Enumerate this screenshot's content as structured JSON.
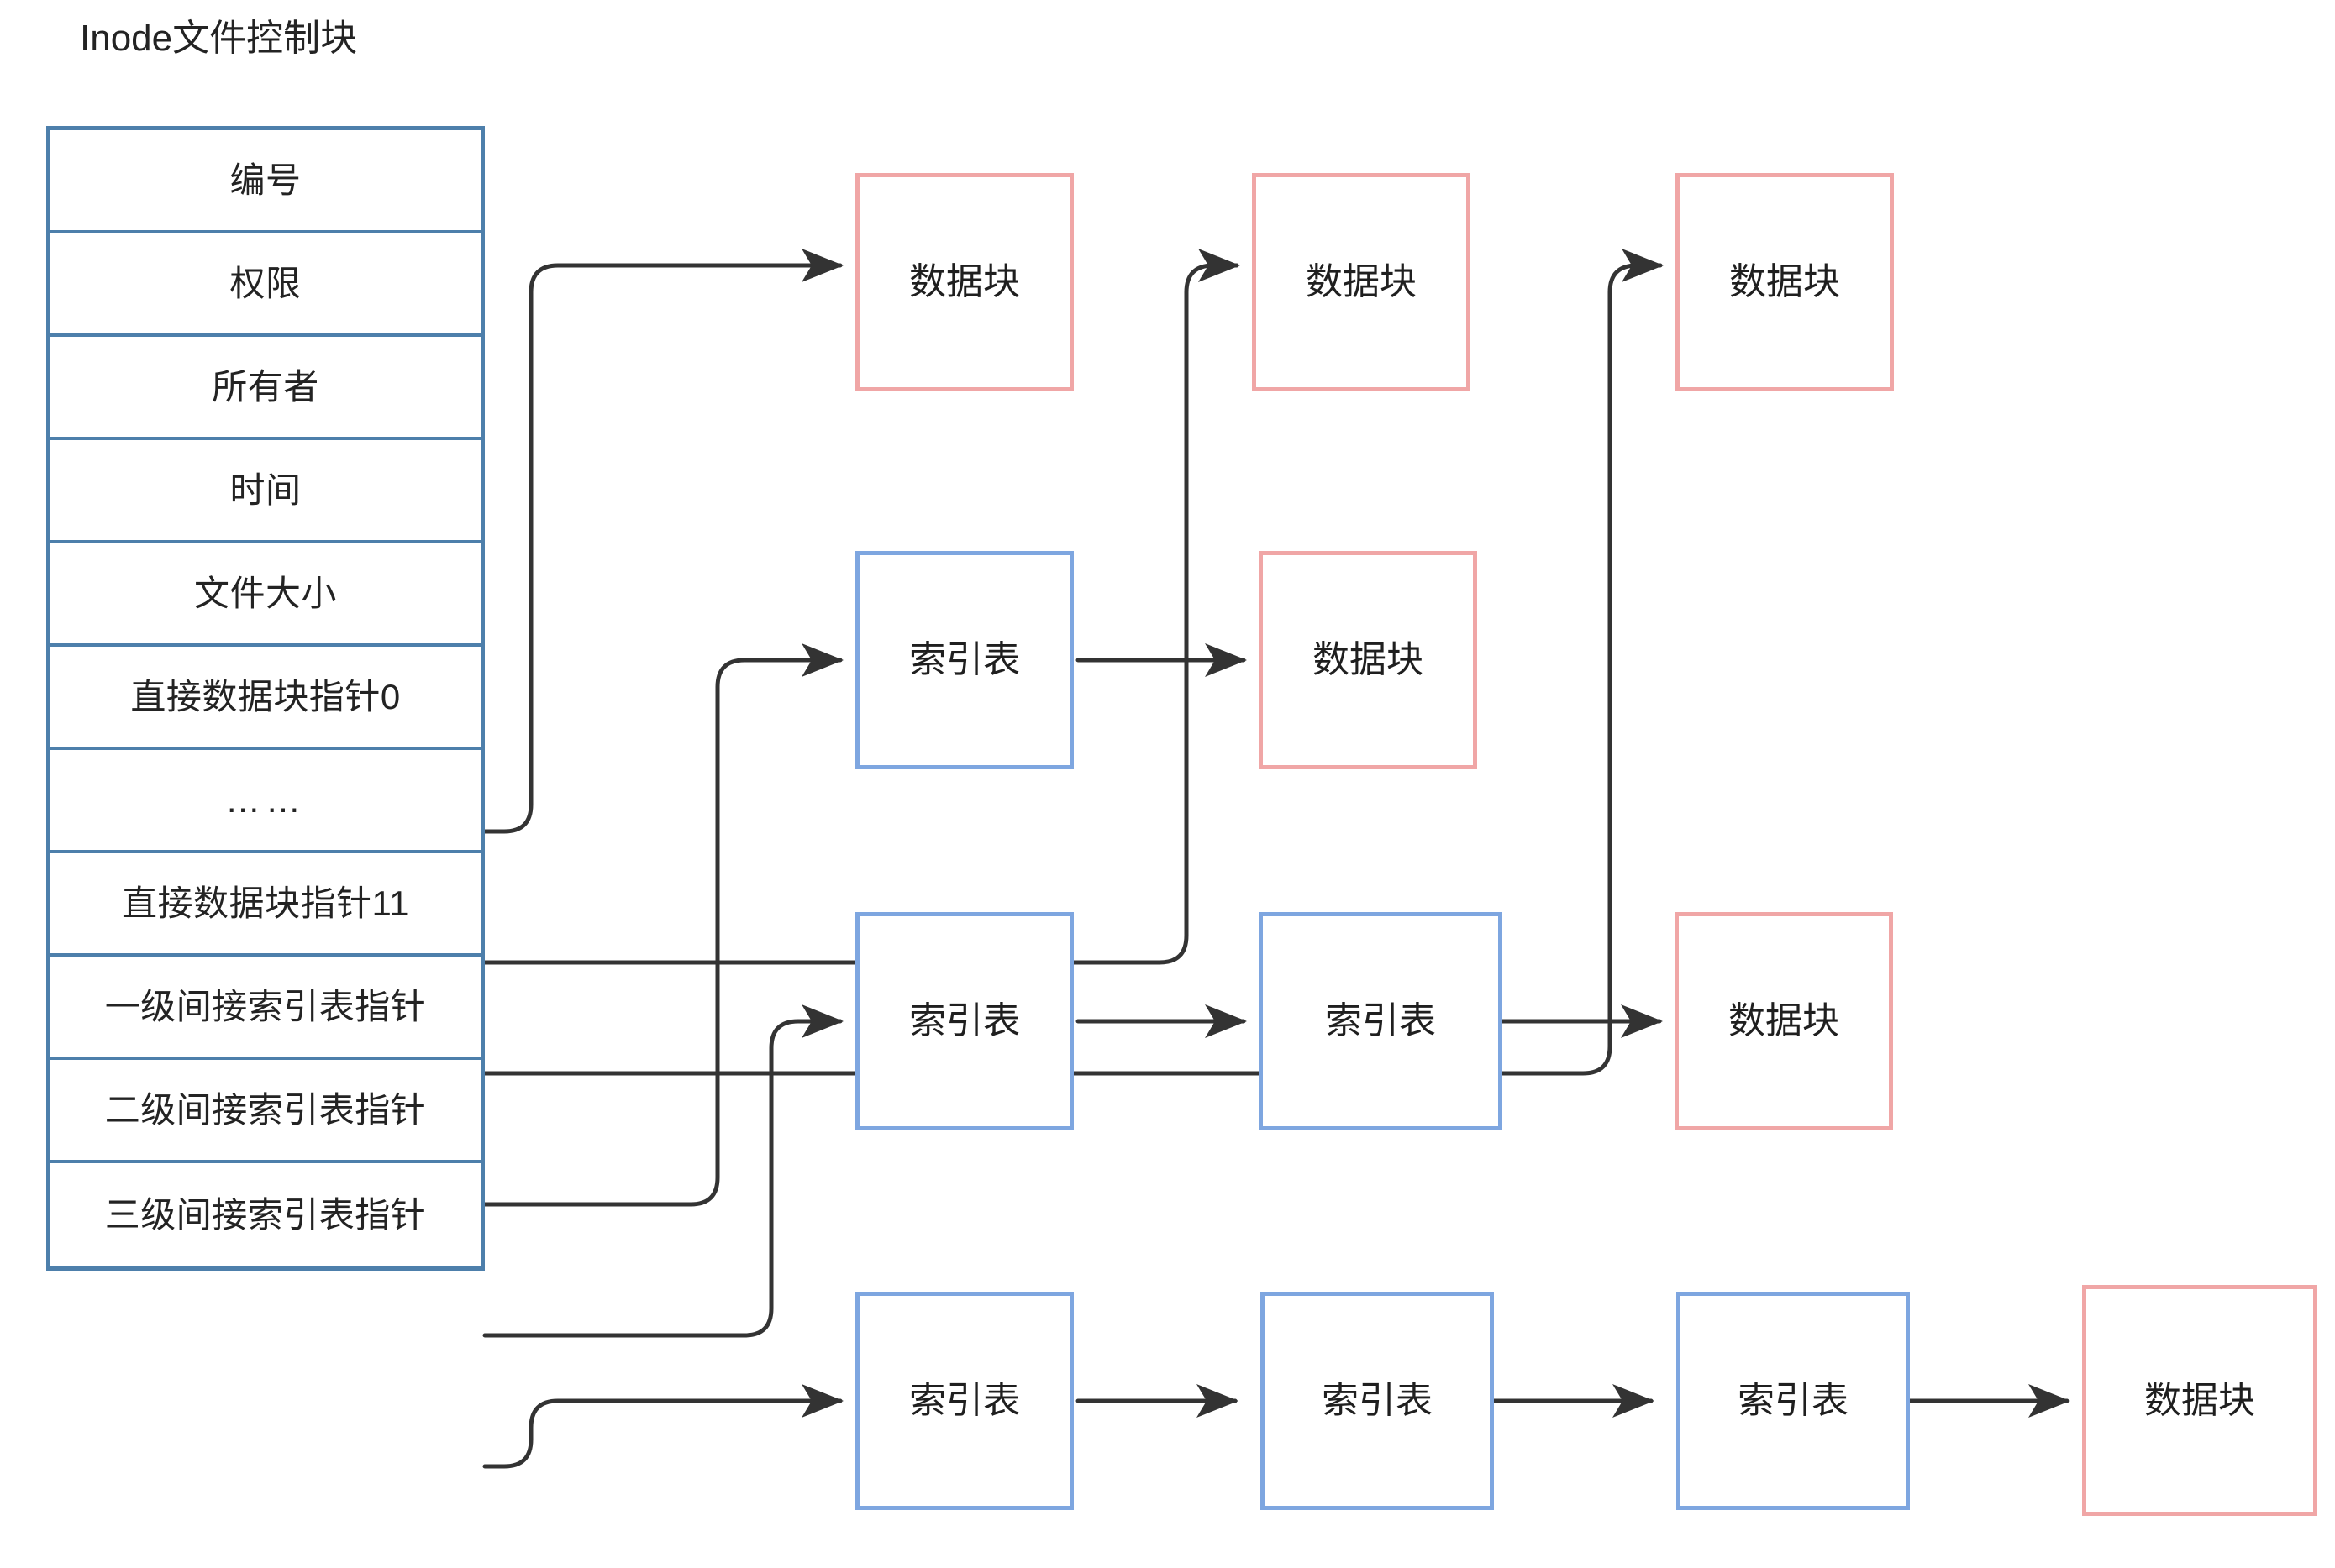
{
  "diagram": {
    "title": "Inode文件控制块",
    "colors": {
      "inode_border": "#4D7FAB",
      "index_block_border": "#7EA6E0",
      "data_block_border": "#F0A6A6",
      "connector": "#333333",
      "background": "#FFFFFF",
      "text": "#232323"
    }
  },
  "inode": {
    "rows": [
      {
        "label": "编号"
      },
      {
        "label": "权限"
      },
      {
        "label": "所有者"
      },
      {
        "label": "时间"
      },
      {
        "label": "文件大小"
      },
      {
        "label": "直接数据块指针0"
      },
      {
        "label": "……"
      },
      {
        "label": "直接数据块指针11"
      },
      {
        "label": "一级间接索引表指针"
      },
      {
        "label": "二级间接索引表指针"
      },
      {
        "label": "三级间接索引表指针"
      }
    ]
  },
  "chains": [
    {
      "name": "direct-pointer-chain",
      "source_row": "直接数据块指针0",
      "nodes": [
        {
          "label": "数据块",
          "kind": "data"
        },
        {
          "label": "数据块",
          "kind": "data"
        },
        {
          "label": "数据块",
          "kind": "data"
        }
      ]
    },
    {
      "name": "single-indirect-chain",
      "source_row": "一级间接索引表指针",
      "nodes": [
        {
          "label": "索引表",
          "kind": "index"
        },
        {
          "label": "数据块",
          "kind": "data"
        }
      ]
    },
    {
      "name": "double-indirect-chain",
      "source_row": "二级间接索引表指针",
      "nodes": [
        {
          "label": "索引表",
          "kind": "index"
        },
        {
          "label": "索引表",
          "kind": "index"
        },
        {
          "label": "数据块",
          "kind": "data"
        }
      ]
    },
    {
      "name": "triple-indirect-chain",
      "source_row": "三级间接索引表指针",
      "nodes": [
        {
          "label": "索引表",
          "kind": "index"
        },
        {
          "label": "索引表",
          "kind": "index"
        },
        {
          "label": "索引表",
          "kind": "index"
        },
        {
          "label": "数据块",
          "kind": "data"
        }
      ]
    }
  ]
}
